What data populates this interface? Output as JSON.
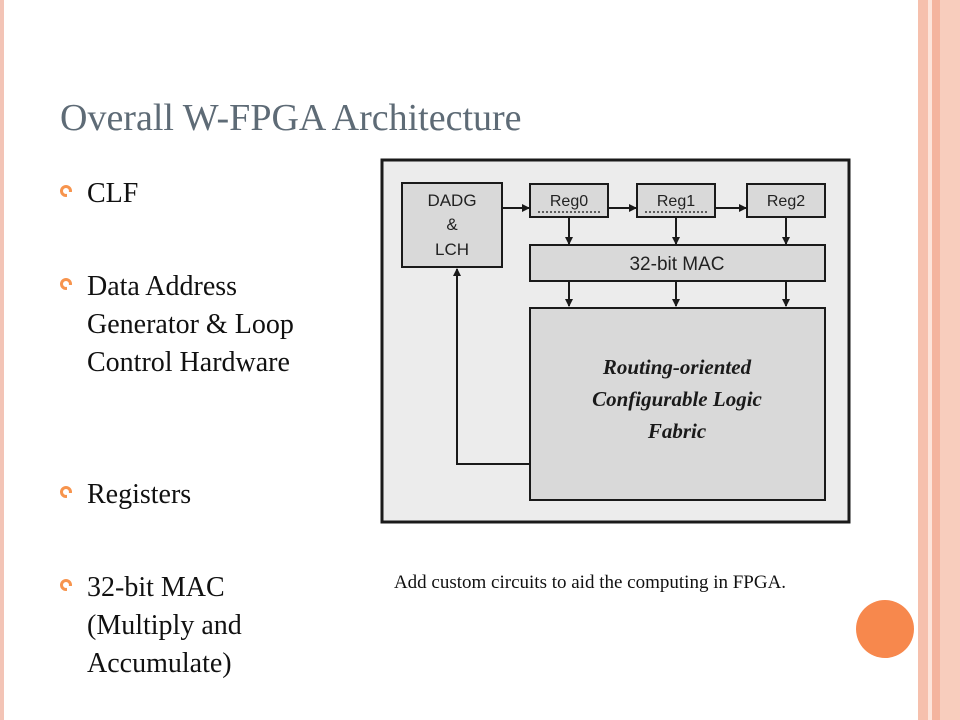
{
  "slide": {
    "title": "Overall W-FPGA Architecture",
    "bullets": [
      {
        "text": "CLF"
      },
      {
        "text": "Data Address Generator & Loop Control Hardware"
      },
      {
        "text": "Registers"
      },
      {
        "text": "32-bit MAC (Multiply and Accumulate)"
      }
    ],
    "caption": "Add custom circuits to aid the computing in FPGA."
  },
  "diagram": {
    "dadg_lines": [
      "DADG",
      "&",
      "LCH"
    ],
    "registers": [
      "Reg0",
      "Reg1",
      "Reg2"
    ],
    "mac_label": "32-bit MAC",
    "fabric_lines": [
      "Routing-oriented",
      "Configurable Logic",
      "Fabric"
    ]
  },
  "colors": {
    "title": "#5e6b76",
    "accent": "#f7884d",
    "diagram_bg": "#ececec",
    "block_fill": "#d9d9d9"
  }
}
